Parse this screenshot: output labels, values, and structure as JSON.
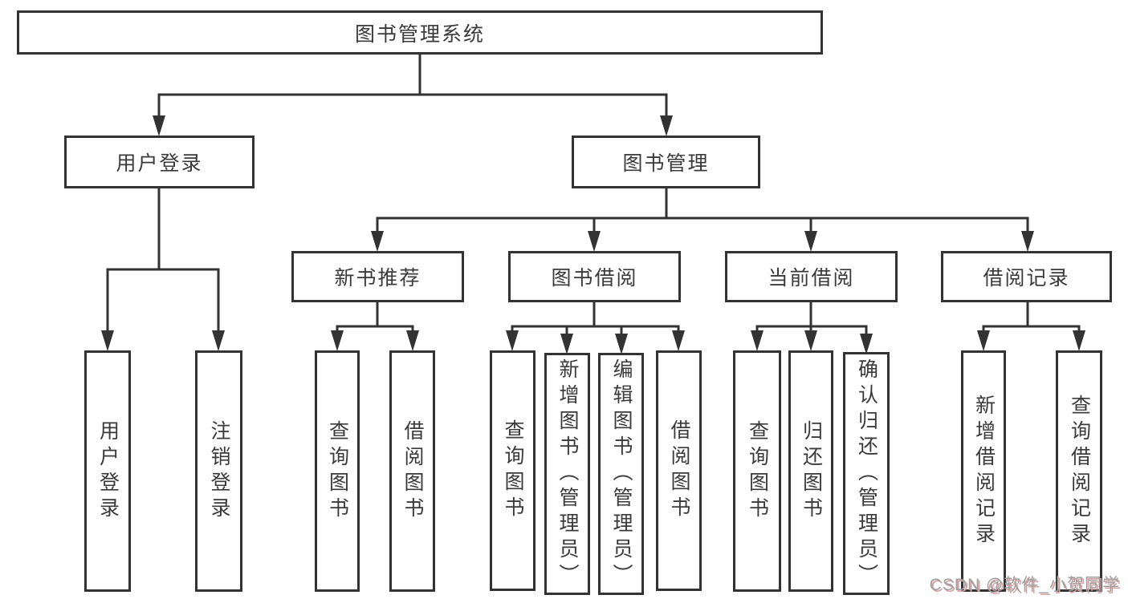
{
  "diagram": {
    "root": {
      "label": "图书管理系统"
    },
    "level1": {
      "user_login": {
        "label": "用户登录"
      },
      "book_management": {
        "label": "图书管理"
      }
    },
    "level2": {
      "new_book_recommend": {
        "label": "新书推荐"
      },
      "book_borrow": {
        "label": "图书借阅"
      },
      "current_borrow": {
        "label": "当前借阅"
      },
      "borrow_records": {
        "label": "借阅记录"
      }
    },
    "leaves": {
      "user_login": {
        "label": "用户登录"
      },
      "logout": {
        "label": "注销登录"
      },
      "newbooks_query": {
        "label": "查询图书"
      },
      "newbooks_borrow": {
        "label": "借阅图书"
      },
      "borrow_query": {
        "label": "查询图书"
      },
      "borrow_add_admin": {
        "label": "新增图书（管理员）"
      },
      "borrow_edit_admin": {
        "label": "编辑图书（管理员）"
      },
      "borrow_borrow": {
        "label": "借阅图书"
      },
      "current_query": {
        "label": "查询图书"
      },
      "current_return": {
        "label": "归还图书"
      },
      "current_confirm_admin": {
        "label": "确认归还（管理员）"
      },
      "records_add": {
        "label": "新增借阅记录"
      },
      "records_query": {
        "label": "查询借阅记录"
      }
    }
  },
  "watermark": {
    "text": "CSDN @软件_小贺同学"
  },
  "colors": {
    "line": "#333333",
    "box_border": "#333333",
    "text": "#3a3a3a",
    "background": "#ffffff",
    "watermark_text": "#9e9e9e",
    "watermark_shadow": "#d79e9e"
  }
}
